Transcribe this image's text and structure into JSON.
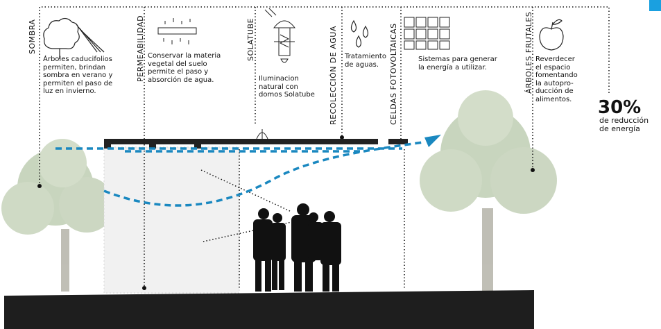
{
  "labels": {
    "sombra": "SOMBRA",
    "permeabilidad": "PERMEABILIDAD",
    "solatube": "SOLATUBE",
    "recoleccion": "RECOLECCIÓN DE AGUA",
    "celdas": "CELDAS FOTOVOLTAICAS",
    "arboles": "ÁRBOLES FRUTALES"
  },
  "descriptions": {
    "sombra": "Árboles caducifolios\npermiten, brindan\nsombra en verano y\npermiten el paso de\nluz en invierno.",
    "permeabilidad": "Conservar la materia\nvegetal del suelo\npermite el paso y\nabsorción de agua.",
    "solatube": "Iluminacion\nnatural con\ndomos Solatube",
    "recoleccion": "Tratamiento\nde aguas.",
    "celdas": "Sistemas para generar\nla energía a utilizar.",
    "arboles": "Reverdecer\nel espacio\nfomentando\nla autopro-\nducción de\nalimentos."
  },
  "stat": {
    "value": "30%",
    "caption": "de reducción\nde energía"
  },
  "colors": {
    "accent": "#1a88c0",
    "corner": "#1aa0e0",
    "ink": "#111111",
    "tree": "#9cb38a"
  }
}
